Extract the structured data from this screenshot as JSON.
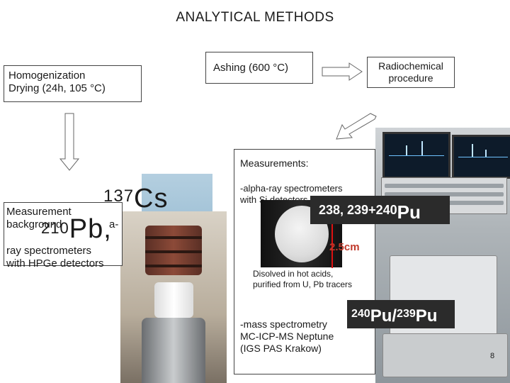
{
  "title": "ANALYTICAL METHODS",
  "homogenization": {
    "line1": "Homogenization",
    "line2": "Drying (24h, 105 °C)"
  },
  "ashing": "Ashing (600 °C)",
  "radiochemical": {
    "line1": "Radiochemical",
    "line2": "procedure"
  },
  "measurements_right": {
    "heading": "Measurements:",
    "alpha_line1": "-alpha-ray spectrometers",
    "alpha_line2": "with Si detectors",
    "dissolved_line1": "Disolved in hot acids,",
    "dissolved_line2": "purified from U, Pb tracers",
    "mass_line1": "-mass spectrometry",
    "mass_line2": "MC-ICP-MS Neptune",
    "mass_line3": "(IGS PAS Krakow)"
  },
  "measurements_left": {
    "line1": "Measurement",
    "line2": "background",
    "line3": "ray spectrometers",
    "line4": "with HPGe detectors",
    "fragment": "a-"
  },
  "isotope_labels": {
    "cs_sup": "137",
    "cs": "Cs",
    "pb_sup": "210",
    "pb": "Pb,",
    "pu_sup": "238, 239+240",
    "pu": "Pu",
    "ratio_sup1": "240",
    "ratio_mid": "Pu/",
    "ratio_sup2": "239",
    "ratio_end": "Pu"
  },
  "scale_label": "2.5cm",
  "page_number": "8"
}
